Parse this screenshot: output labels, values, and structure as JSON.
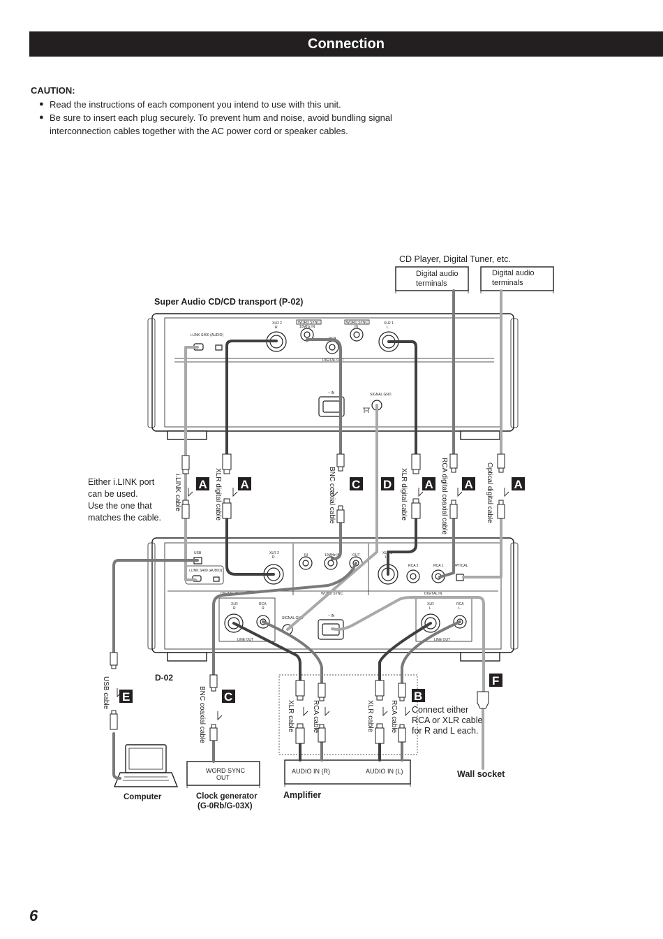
{
  "header": {
    "title": "Connection"
  },
  "caution": {
    "heading": "CAUTION:",
    "items": [
      "Read the instructions of each component you intend to use with this unit.",
      "Be sure to insert each plug securely. To prevent hum and noise, avoid bundling signal interconnection cables together with the AC power cord or speaker cables."
    ]
  },
  "diagram": {
    "source_title": "CD Player, Digital Tuner, etc.",
    "source_box_1": [
      "Digital audio",
      "terminals"
    ],
    "source_box_2": [
      "Digital audio",
      "terminals"
    ],
    "transport_title": "Super Audio CD/CD transport (P-02)",
    "dac_title": "D-02",
    "ilink_note": [
      "Either i.LINK port",
      "can be used.",
      "Use the one that",
      "matches the cable."
    ],
    "connect_note": [
      "Connect either",
      "RCA or XLR cable",
      "for R and L each."
    ],
    "cable_labels": {
      "ilink": "i.LINK cable",
      "xlr_digital_1": "XLR digital cable",
      "bnc_1": "BNC coaxial cable",
      "xlr_digital_2": "XLR digital cable",
      "rca_digital": "RCA digital coaxial cable",
      "optical": "Optical digital cable",
      "usb": "USB cable",
      "bnc_2": "BNC coaxial cable",
      "xlr_r": "XLR cable",
      "rca_r": "RCA cable",
      "xlr_l": "XLR cable",
      "rca_l": "RCA cable"
    },
    "badges": {
      "a": "A",
      "b": "B",
      "c": "C",
      "d": "D",
      "e": "E",
      "f": "F"
    },
    "p02_panel": {
      "ilink": "i.LINK S400 (AUDIO)",
      "xlr2": "XLR 2",
      "xlr2_ch": "R",
      "ws_group": "WORD SYNC",
      "ws_10mhz": "10MHz IN",
      "ws_group_2": "WORD SYNC",
      "ws_in": "IN",
      "rca": "RCA",
      "xlr1": "XLR 1",
      "xlr1_ch": "L",
      "digital_out": "DIGITAL OUT",
      "ac_in": "~ IN",
      "signal_gnd": "SIGNAL GND"
    },
    "d02_panel": {
      "usb": "USB",
      "ilink": "i.LINK S400 (AUDIO)",
      "xlr2": "XLR 2",
      "xlr2_ch": "R",
      "in": "IN",
      "mhz_in": "10MHz IN",
      "out": "OUT",
      "xlr1": "XLR 1",
      "xlr1_ch": "L",
      "rca2": "RCA 2",
      "rca1": "RCA 1",
      "optical": "OPTICAL",
      "digital_in_1": "DIGITAL IN",
      "word_sync": "WORD SYNC",
      "digital_in_2": "DIGITAL IN",
      "xlr_r": "XLR",
      "xlr_r_ch": "R",
      "rca_r": "RCA",
      "rca_r_ch": "R",
      "signal_gnd": "SIGNAL GND",
      "ac_in": "~ IN",
      "xlr_l": "XLR",
      "xlr_l_ch": "L",
      "rca_l": "RCA",
      "rca_l_ch": "L",
      "line_out_1": "LINE OUT",
      "line_out_2": "LINE OUT"
    },
    "clock_box": [
      "WORD SYNC",
      "OUT"
    ],
    "amp_in_r": "AUDIO IN (R)",
    "amp_in_l": "AUDIO IN (L)",
    "computer": "Computer",
    "clock_name": [
      "Clock generator",
      "(G-0Rb/G-03X)"
    ],
    "amplifier": "Amplifier",
    "wall_socket": "Wall socket"
  },
  "footer": {
    "page_number": "6"
  }
}
